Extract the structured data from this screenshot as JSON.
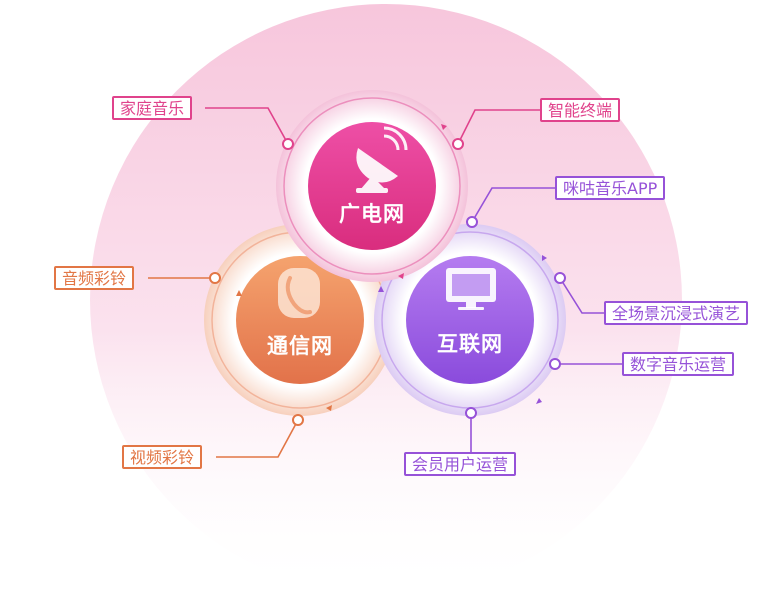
{
  "colors": {
    "pink": "#e0438c",
    "orange": "#e27645",
    "purple": "#9652d8"
  },
  "hubs": {
    "broadcast": {
      "label": "广电网",
      "icon": "satellite-dish-icon"
    },
    "telecom": {
      "label": "通信网",
      "icon": "phone-handset-icon"
    },
    "internet": {
      "label": "互联网",
      "icon": "monitor-icon"
    }
  },
  "tags": {
    "family_music": "家庭音乐",
    "smart_terminal": "智能终端",
    "migu_music_app": "咪咕音乐APP",
    "ringback_tone": "音频彩铃",
    "immersive_shows": "全场景沉浸式演艺",
    "digital_music_ops": "数字音乐运营",
    "video_ringback": "视频彩铃",
    "member_user_ops": "会员用户运营"
  }
}
